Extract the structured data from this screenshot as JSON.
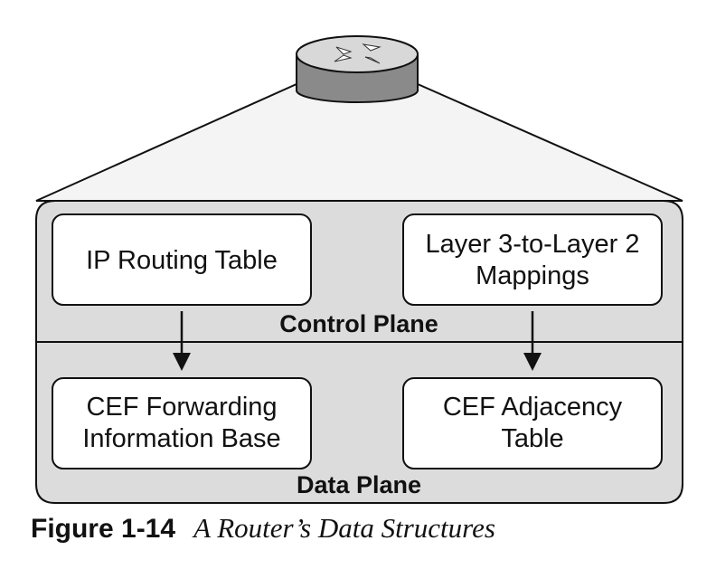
{
  "icon": "router-icon",
  "colors": {
    "plane_fill": "#dcdcdc",
    "box_fill": "#ffffff",
    "stroke": "#111111",
    "router_top": "#d8d8d8",
    "router_side": "#8a8a8a"
  },
  "boxes": {
    "ip_routing_table": [
      "IP Routing Table"
    ],
    "l3_l2_mappings": [
      "Layer 3-to-Layer 2",
      "Mappings"
    ],
    "cef_fib": [
      "CEF Forwarding",
      "Information Base"
    ],
    "cef_adjacency": [
      "CEF Adjacency",
      "Table"
    ]
  },
  "planes": {
    "control": "Control Plane",
    "data": "Data Plane"
  },
  "caption": {
    "number": "Figure 1-14",
    "title": "A Router’s Data Structures"
  }
}
